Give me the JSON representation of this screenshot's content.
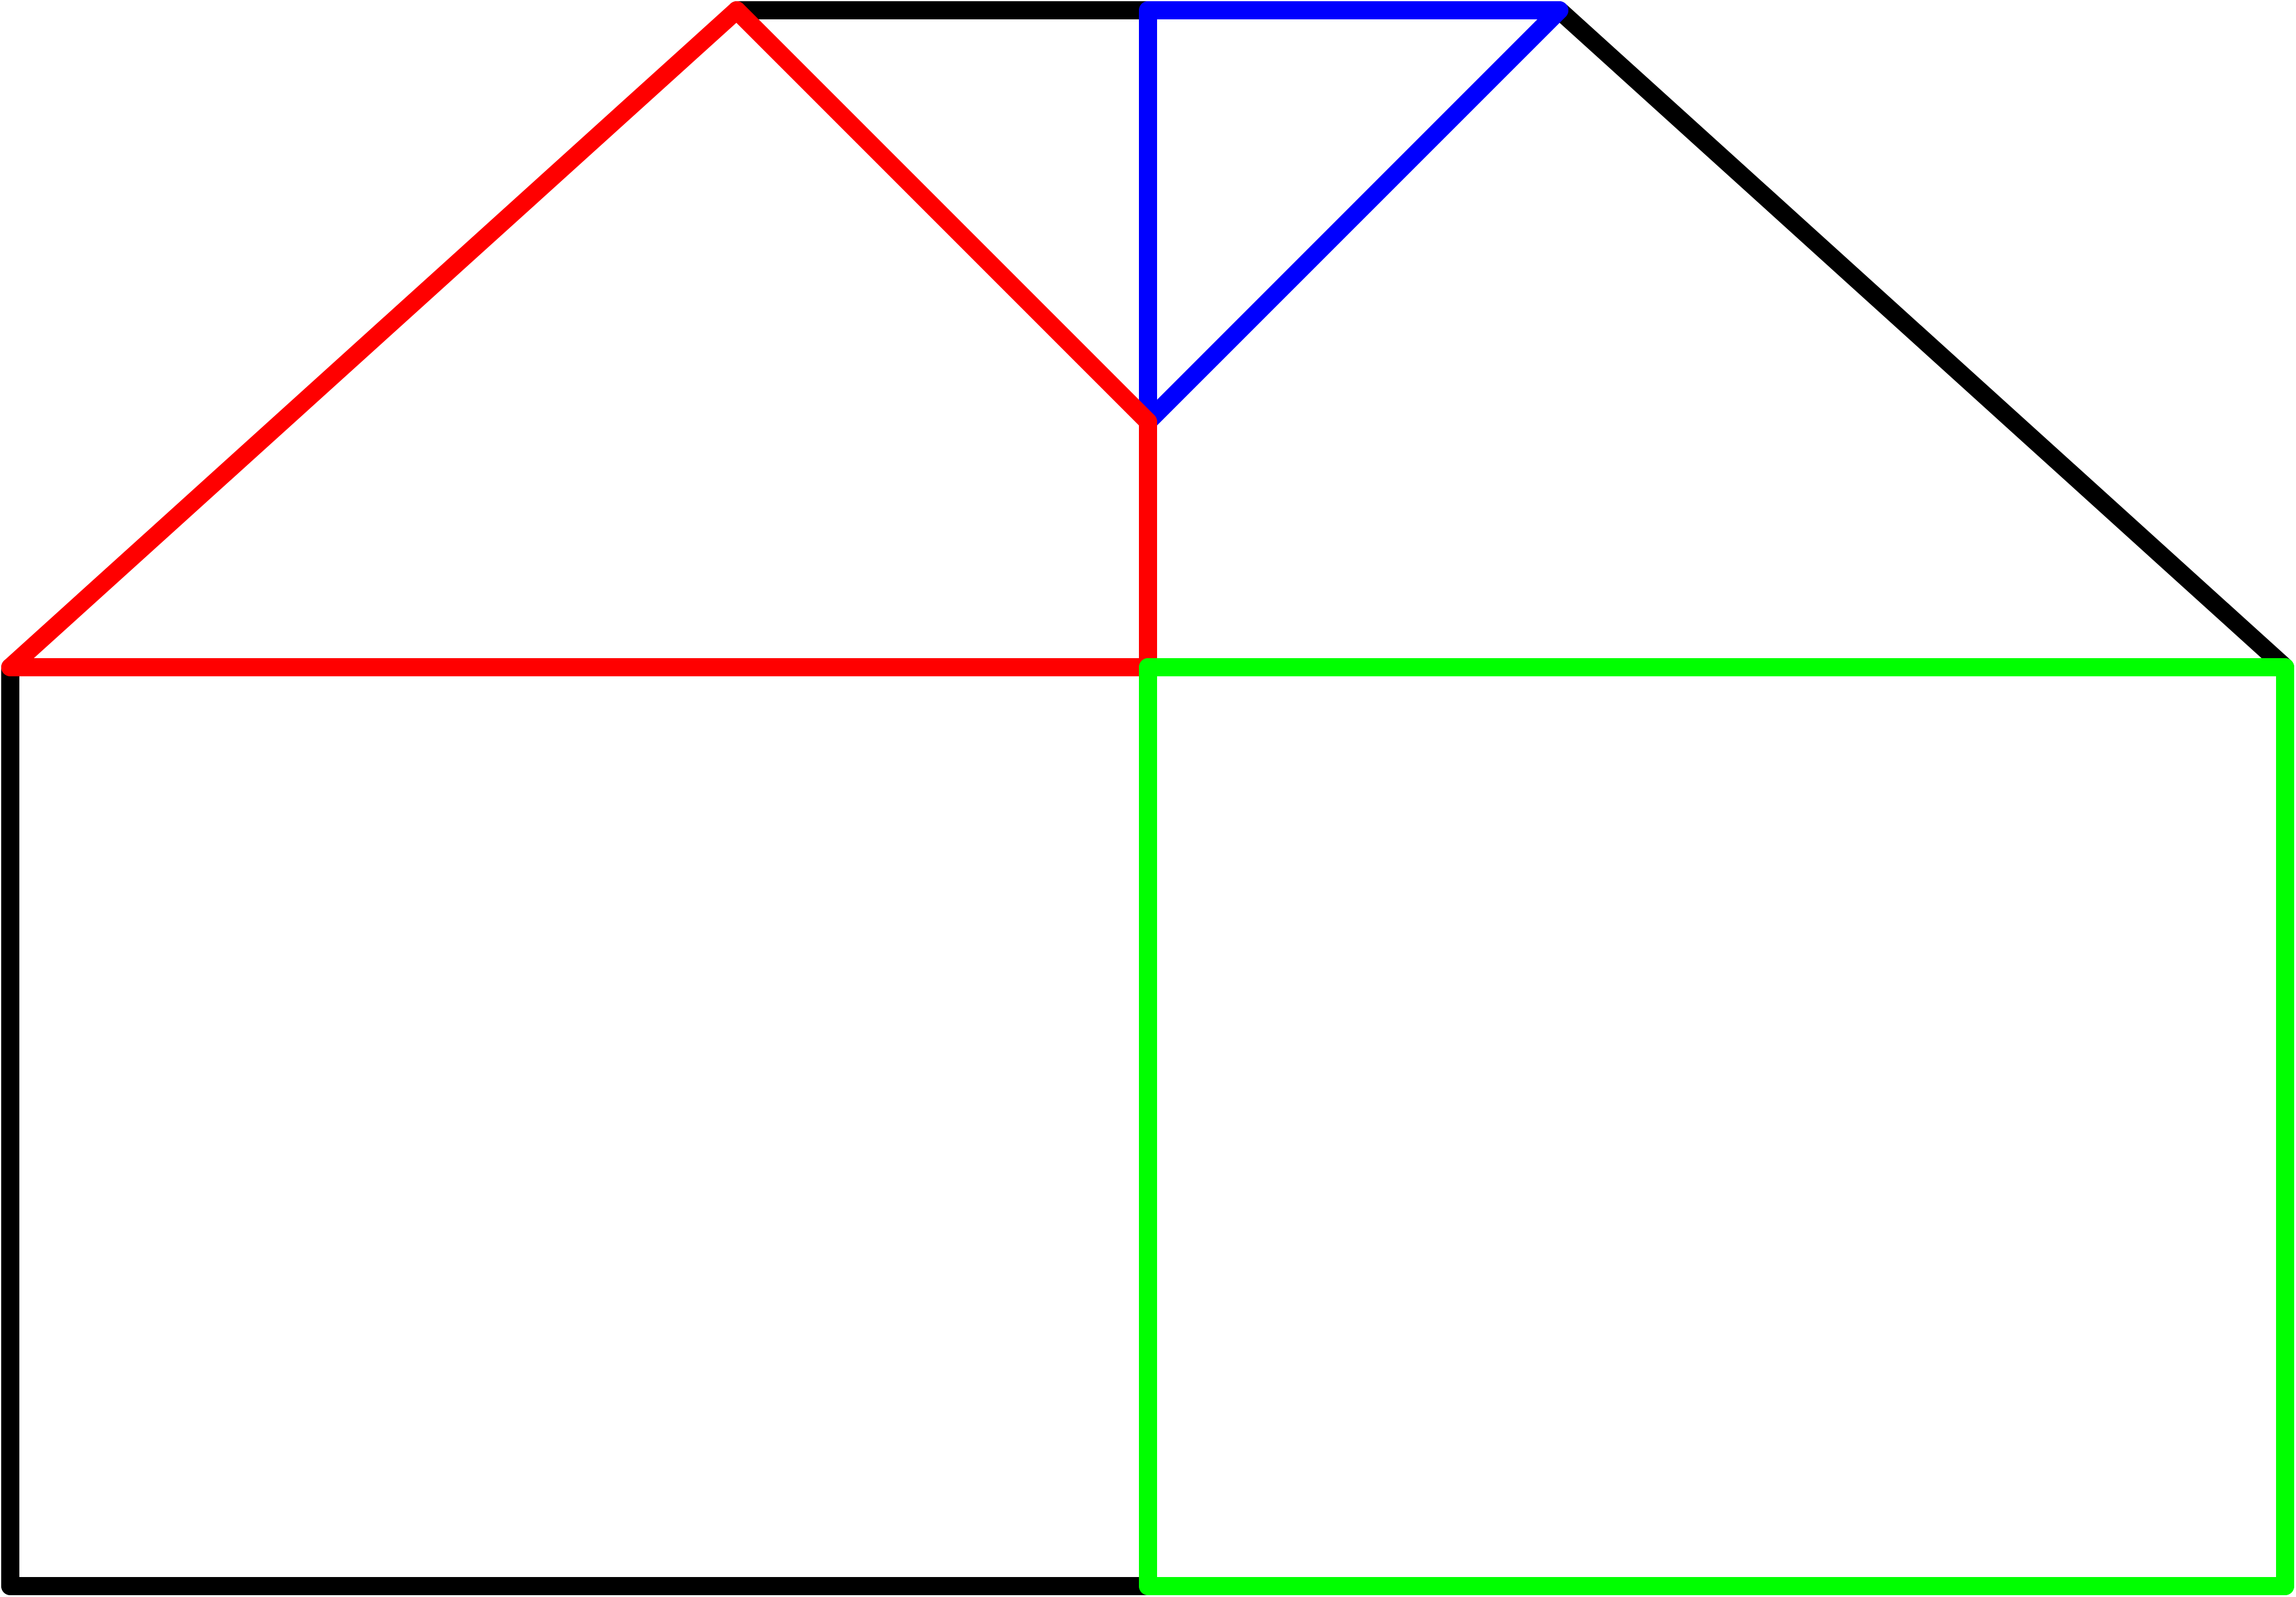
{
  "diagram": {
    "colors": {
      "black": "#000000",
      "red": "#ff0000",
      "blue": "#0000ff",
      "green": "#00ff00",
      "background": "#ffffff"
    },
    "segments": [
      {
        "name": "top-ridge-black-segment",
        "color": "black"
      },
      {
        "name": "right-roof-slope-black-segment",
        "color": "black"
      },
      {
        "name": "left-wall-black-segment",
        "color": "black"
      },
      {
        "name": "bottom-left-floor-black-segment",
        "color": "black"
      },
      {
        "name": "top-ridge-blue-segment",
        "color": "blue"
      },
      {
        "name": "center-upper-vertical-blue-segment",
        "color": "blue"
      },
      {
        "name": "inner-diagonal-blue-segment",
        "color": "blue"
      },
      {
        "name": "left-roof-slope-red-segment",
        "color": "red"
      },
      {
        "name": "inner-diagonal-red-segment",
        "color": "red"
      },
      {
        "name": "center-middle-vertical-red-segment",
        "color": "red"
      },
      {
        "name": "left-eave-horizontal-red-segment",
        "color": "red"
      },
      {
        "name": "right-square-top-green-segment",
        "color": "green"
      },
      {
        "name": "right-square-left-green-segment",
        "color": "green"
      },
      {
        "name": "right-square-right-green-segment",
        "color": "green"
      },
      {
        "name": "right-square-bottom-green-segment",
        "color": "green"
      }
    ]
  }
}
